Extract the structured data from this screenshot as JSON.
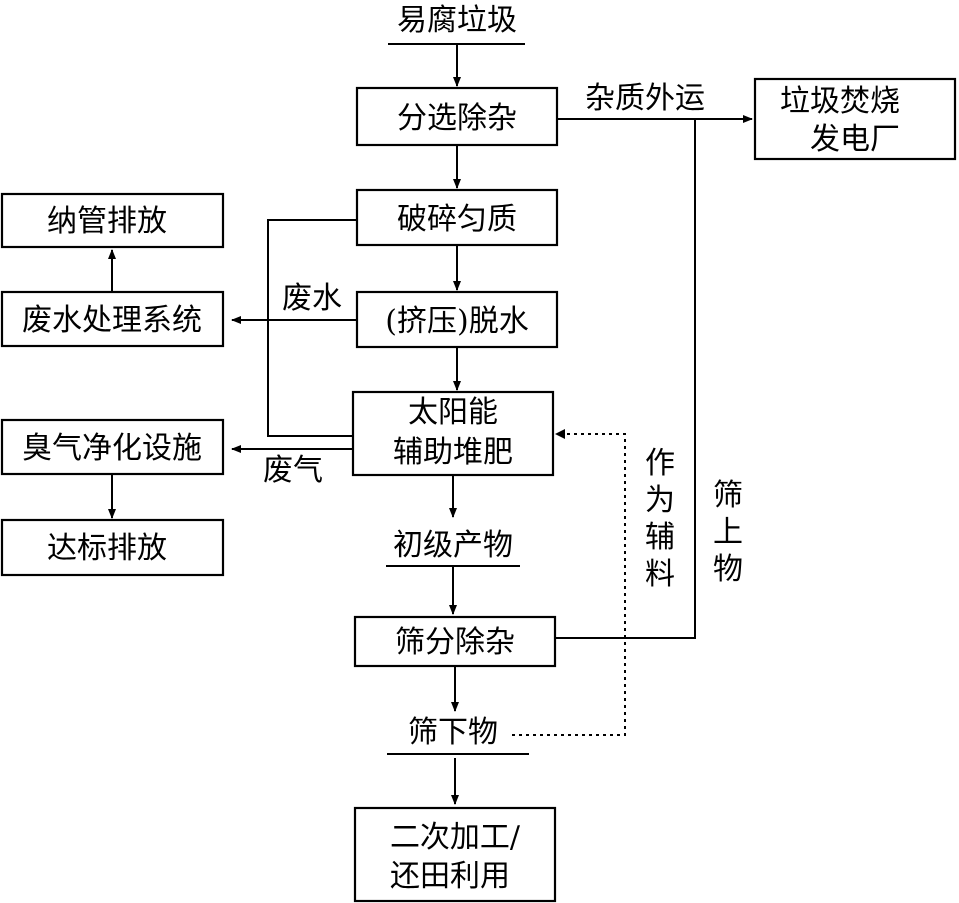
{
  "diagram": {
    "colors": {
      "stroke": "#000000",
      "background": "#ffffff"
    },
    "nodes": {
      "input": "易腐垃圾",
      "sorting": "分选除杂",
      "crushing": "破碎匀质",
      "dewatering": "(挤压)脱水",
      "composting_line1": "太阳能",
      "composting_line2": "辅助堆肥",
      "primary_product": "初级产物",
      "screening": "筛分除杂",
      "undersize": "筛下物",
      "final_line1": "二次加工/",
      "final_line2": "还田利用",
      "incineration_line1": "垃圾焚烧",
      "incineration_line2": "发电厂",
      "pipe_discharge": "纳管排放",
      "wastewater_system": "废水处理系统",
      "odor_system": "臭气净化设施",
      "compliant_discharge": "达标排放"
    },
    "edge_labels": {
      "impurities_out": "杂质外运",
      "wastewater": "废水",
      "waste_gas": "废气",
      "as_auxiliary": [
        "作",
        "为",
        "辅",
        "料"
      ],
      "oversize": [
        "筛",
        "上",
        "物"
      ]
    }
  }
}
